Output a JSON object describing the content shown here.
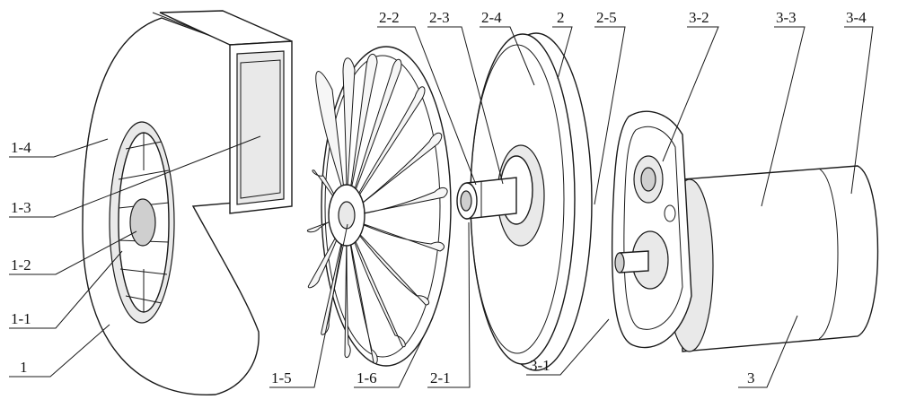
{
  "labels": {
    "l1": "1",
    "l1_1": "1-1",
    "l1_2": "1-2",
    "l1_3": "1-3",
    "l1_4": "1-4",
    "l1_5": "1-5",
    "l1_6": "1-6",
    "l2": "2",
    "l2_1": "2-1",
    "l2_2": "2-2",
    "l2_3": "2-3",
    "l2_4": "2-4",
    "l2_5": "2-5",
    "l3": "3",
    "l3_1": "3-1",
    "l3_2": "3-2",
    "l3_3": "3-3",
    "l3_4": "3-4"
  }
}
